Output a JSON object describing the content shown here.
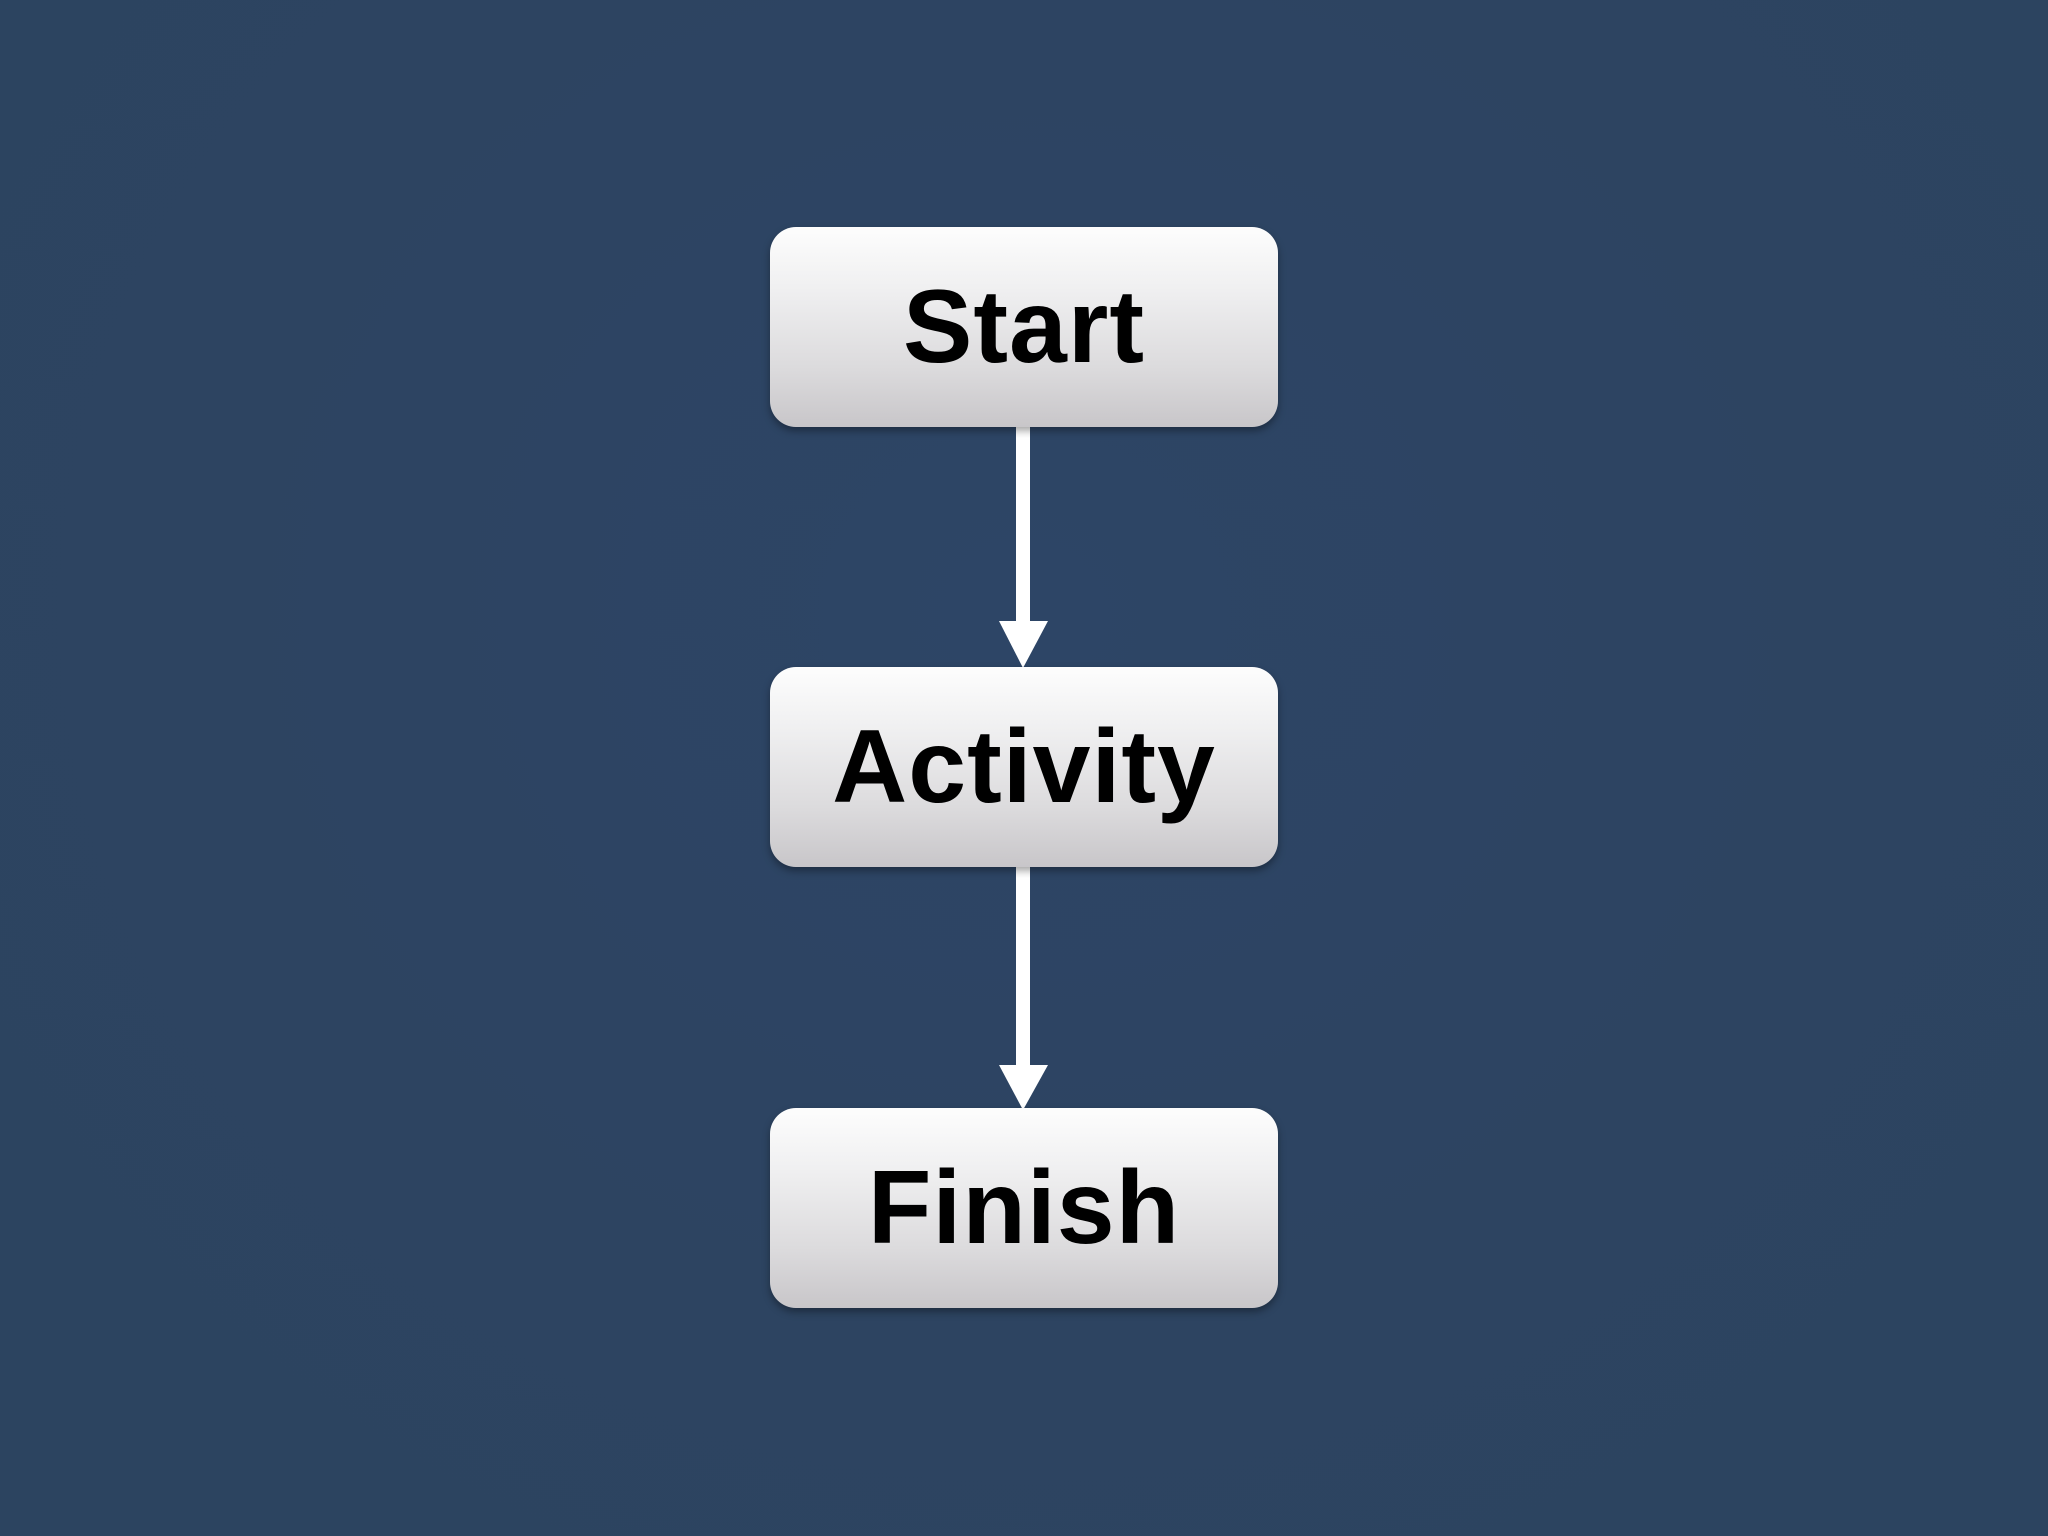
{
  "diagram": {
    "nodes": [
      {
        "id": "start",
        "label": "Start"
      },
      {
        "id": "activity",
        "label": "Activity"
      },
      {
        "id": "finish",
        "label": "Finish"
      }
    ],
    "edges": [
      {
        "from": "start",
        "to": "activity"
      },
      {
        "from": "activity",
        "to": "finish"
      }
    ]
  },
  "colors": {
    "background": "#2d4461",
    "node_top": "#fdfdfd",
    "node_bottom": "#c8c6c9",
    "connector": "#ffffff",
    "text": "#000000"
  }
}
